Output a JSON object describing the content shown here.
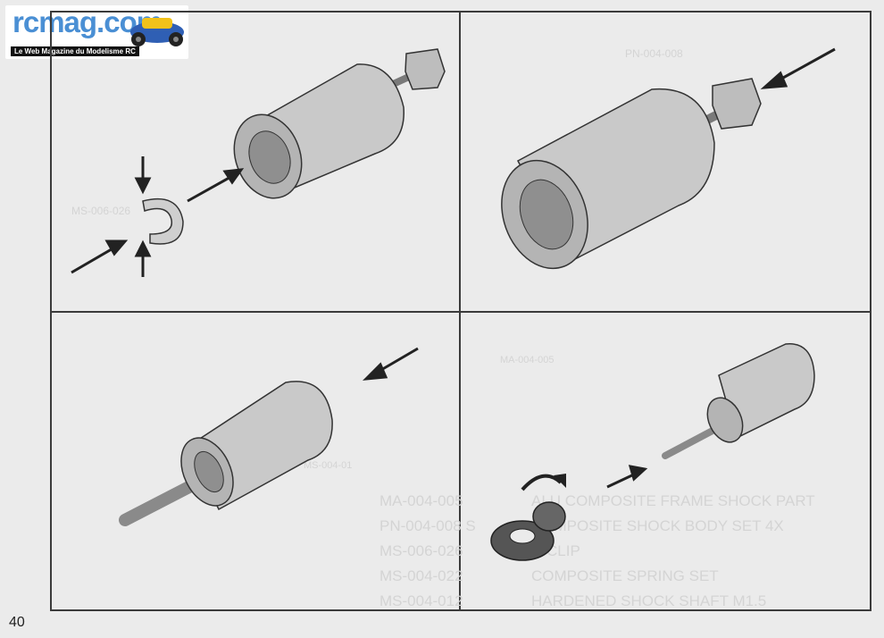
{
  "logo": {
    "text": "rcmag.com",
    "subtitle": "Le Web Magazine du Modelisme RC"
  },
  "page_number": "40",
  "ghost_parts": [
    {
      "code": "MA-004-005",
      "desc": "ALU COMPOSITE FRAME SHOCK PART"
    },
    {
      "code": "PN-004-008 S",
      "desc": "COMPOSITE SHOCK BODY SET 4X"
    },
    {
      "code": "MS-006-026",
      "desc": "E-CLIP"
    },
    {
      "code": "MS-004-022",
      "desc": "COMPOSITE SPRING SET"
    },
    {
      "code": "MS-004-012",
      "desc": "HARDENED SHOCK SHAFT M1.5"
    }
  ],
  "ghost_labels": [
    "PN-004-008",
    "MS-006-026",
    "MA-004-005",
    "MS-004-01"
  ],
  "colors": {
    "frame": "#3b3b3b",
    "part_fill": "#c8c8c8",
    "part_dark": "#8a8a8a",
    "arrow": "#222222",
    "background": "#ebebeb"
  }
}
